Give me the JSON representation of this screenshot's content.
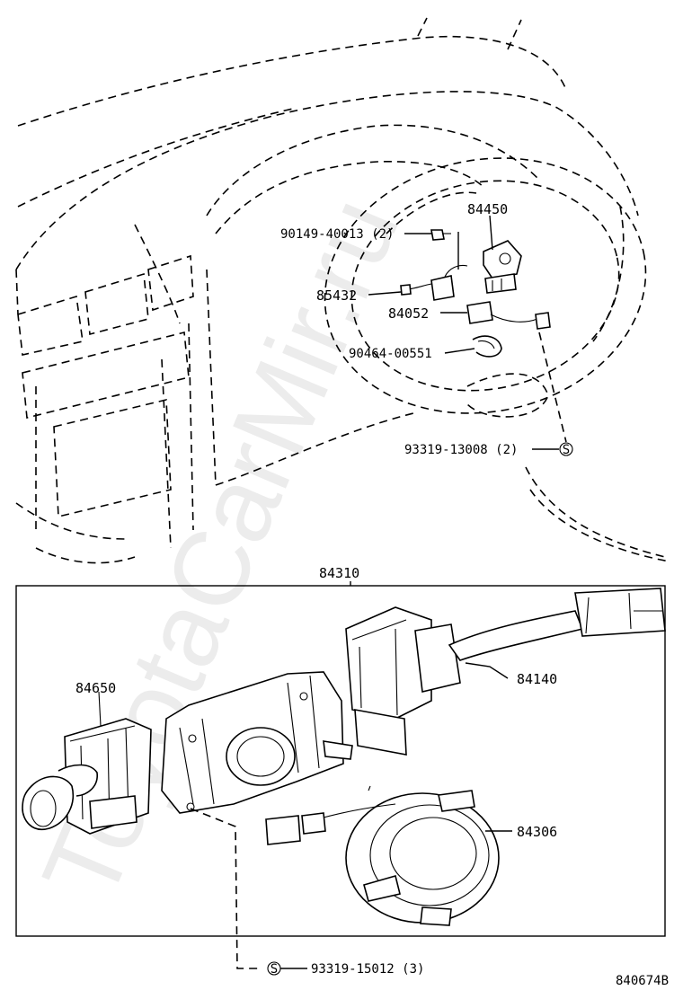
{
  "watermark": "ToyotaCarMir.ru",
  "diagram_code": "840674B",
  "upper_labels": {
    "p84450": "84450",
    "p90149": "90149-40013 (2)",
    "p85432": "85432",
    "p84052": "84052",
    "p90464": "90464-00551",
    "p93319a": "93319-13008 (2)",
    "marker_s1": "S"
  },
  "lower_labels": {
    "p84310": "84310",
    "p84650": "84650",
    "p84140": "84140",
    "p84306": "84306",
    "p93319b": "93319-15012 (3)",
    "marker_s2": "S"
  }
}
